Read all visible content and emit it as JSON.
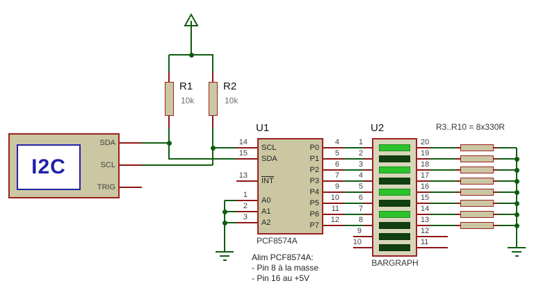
{
  "colors": {
    "wire": "#0e5c0e",
    "pin_stub": "#8b1414",
    "component_border": "#9c1f1f",
    "component_fill": "#cbc7a2",
    "bargraph_fill": "#d8d5ba",
    "led_on": "#2cc32c",
    "led_off": "#123f12",
    "accent_blue": "#2121aa"
  },
  "i2c": {
    "title": "I2C",
    "pins": [
      "SDA",
      "SCL",
      "TRIG"
    ]
  },
  "pullups": [
    {
      "ref": "R1",
      "value": "10k"
    },
    {
      "ref": "R2",
      "value": "10k"
    }
  ],
  "u1": {
    "ref": "U1",
    "part": "PCF8574A",
    "left_pins": [
      {
        "num": "14",
        "name": "SCL",
        "overline": false
      },
      {
        "num": "15",
        "name": "SDA",
        "overline": false
      },
      {
        "num": "13",
        "name": "INT",
        "overline": true
      },
      {
        "num": "1",
        "name": "A0",
        "overline": false
      },
      {
        "num": "2",
        "name": "A1",
        "overline": false
      },
      {
        "num": "3",
        "name": "A2",
        "overline": false
      }
    ],
    "right_pins": [
      {
        "num": "4",
        "name": "P0"
      },
      {
        "num": "5",
        "name": "P1"
      },
      {
        "num": "6",
        "name": "P2"
      },
      {
        "num": "7",
        "name": "P3"
      },
      {
        "num": "9",
        "name": "P4"
      },
      {
        "num": "10",
        "name": "P5"
      },
      {
        "num": "11",
        "name": "P6"
      },
      {
        "num": "12",
        "name": "P7"
      }
    ]
  },
  "u2": {
    "ref": "U2",
    "part": "BARGRAPH",
    "left_pins": [
      "1",
      "2",
      "3",
      "4",
      "5",
      "6",
      "7",
      "8",
      "9",
      "10"
    ],
    "right_pins": [
      "20",
      "19",
      "18",
      "17",
      "16",
      "15",
      "14",
      "13",
      "12",
      "11"
    ],
    "led_on_pattern": [
      1,
      0,
      1,
      0,
      1,
      0,
      1,
      0,
      0,
      0
    ]
  },
  "network": {
    "label": "R3..R10 = 8x330R",
    "resistor_count": 8
  },
  "note": {
    "lines": [
      "Alim PCF8574A:",
      "- Pin 8 à la masse",
      "- Pin 16 au +5V"
    ]
  }
}
